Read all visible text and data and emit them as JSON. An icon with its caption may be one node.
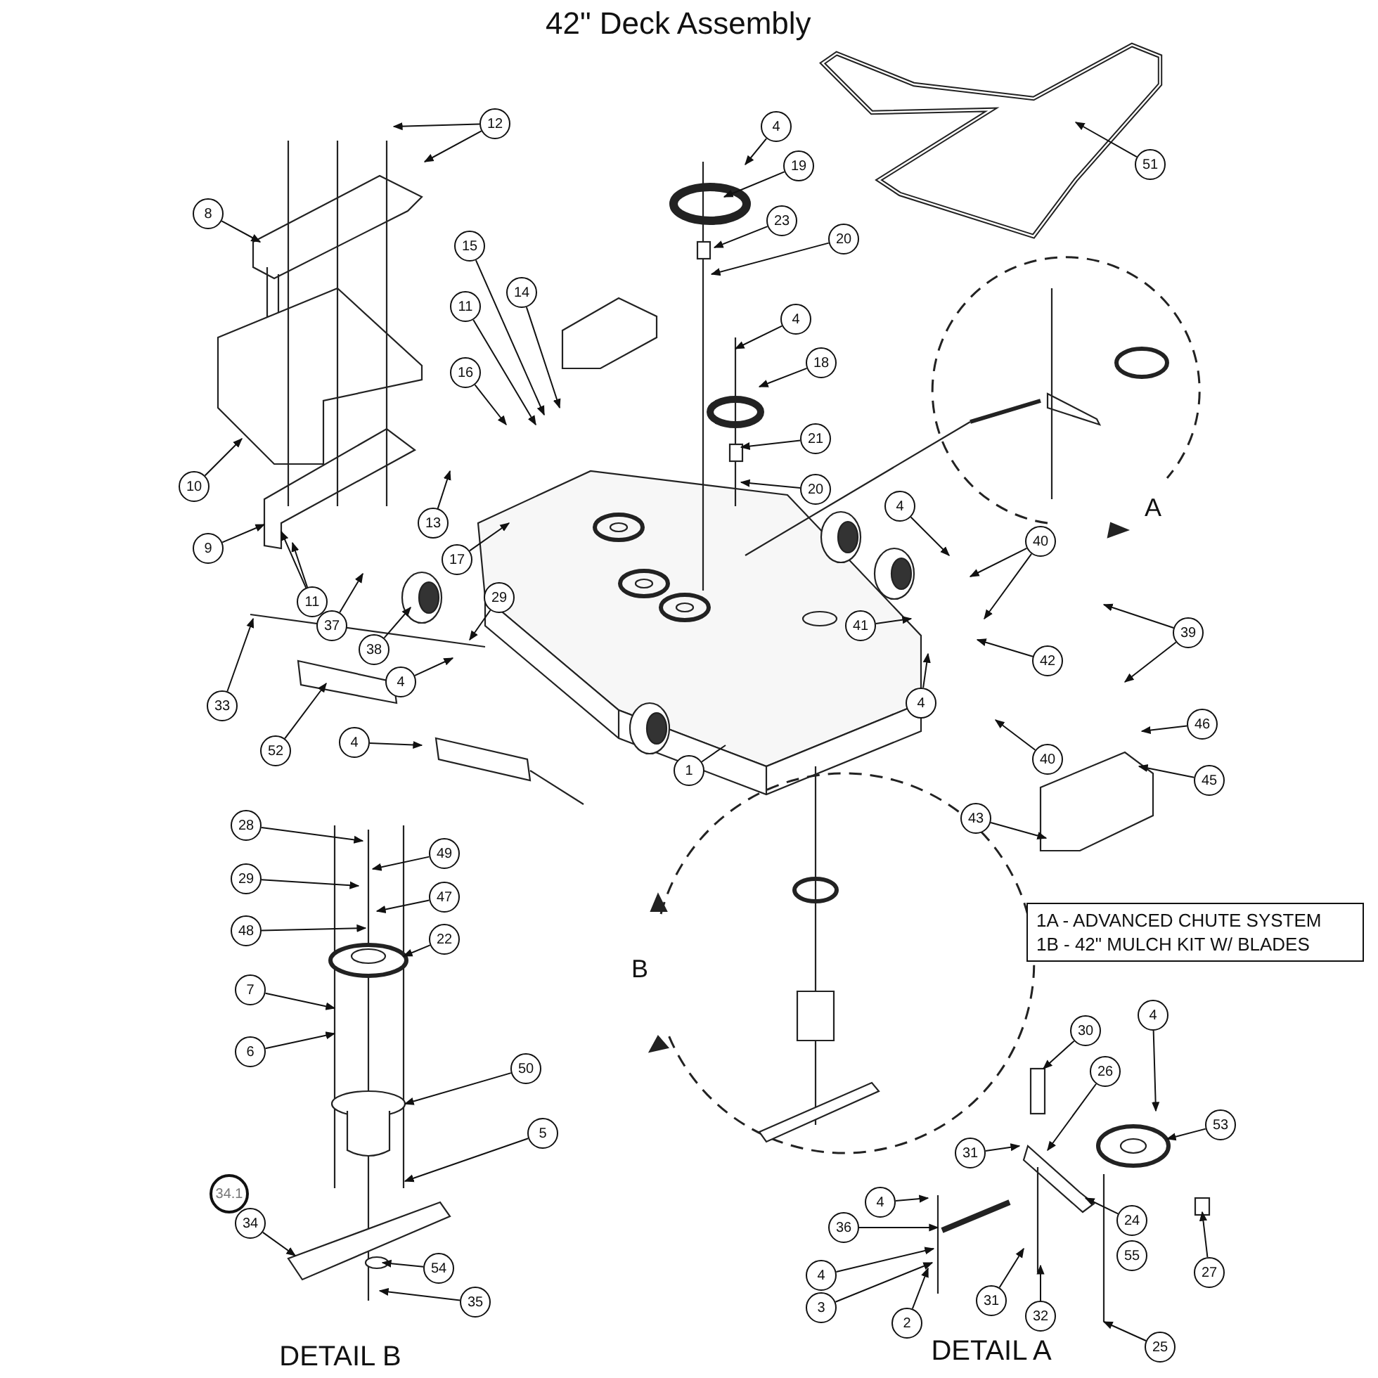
{
  "diagram": {
    "title": "42\" Deck Assembly",
    "nodes": [
      {
        "text": [
          "12"
        ]
      },
      {
        "text": [
          "8"
        ]
      },
      {
        "text": [
          "4"
        ]
      },
      {
        "text": [
          "19"
        ]
      },
      {
        "text": [
          "51"
        ]
      },
      {
        "text": [
          "23"
        ]
      },
      {
        "text": [
          "20"
        ]
      },
      {
        "text": [
          "15"
        ]
      },
      {
        "text": [
          "14"
        ]
      },
      {
        "text": [
          "11"
        ]
      },
      {
        "text": [
          "4"
        ]
      },
      {
        "text": [
          "18"
        ]
      },
      {
        "text": [
          "16"
        ]
      },
      {
        "text": [
          "21"
        ]
      },
      {
        "text": [
          "20"
        ]
      },
      {
        "text": [
          "10"
        ]
      },
      {
        "text": [
          "13"
        ]
      },
      {
        "text": [
          "4"
        ]
      },
      {
        "text": [
          "9"
        ]
      },
      {
        "text": [
          "17"
        ]
      },
      {
        "text": [
          "40"
        ]
      },
      {
        "text": [
          "29"
        ]
      },
      {
        "text": [
          "41"
        ]
      },
      {
        "text": [
          "11"
        ]
      },
      {
        "text": [
          "37"
        ]
      },
      {
        "text": [
          "39"
        ]
      },
      {
        "text": [
          "38"
        ]
      },
      {
        "text": [
          "42"
        ]
      },
      {
        "text": [
          "4"
        ]
      },
      {
        "text": [
          "4"
        ]
      },
      {
        "text": [
          "40"
        ]
      },
      {
        "text": [
          "46"
        ]
      },
      {
        "text": [
          "33"
        ]
      },
      {
        "text": [
          "4"
        ]
      },
      {
        "text": [
          "43"
        ]
      },
      {
        "text": [
          "45"
        ]
      },
      {
        "text": [
          "52"
        ]
      },
      {
        "text": [
          "1"
        ]
      },
      {
        "text": [
          "1A - ADVANCED CHUTE SYSTEM",
          "1B - 42\" MULCH KIT W/ BLADES"
        ]
      },
      {
        "text": [
          "28"
        ]
      },
      {
        "text": [
          "49"
        ]
      },
      {
        "text": [
          "29"
        ]
      },
      {
        "text": [
          "47"
        ]
      },
      {
        "text": [
          "48"
        ]
      },
      {
        "text": [
          "22"
        ]
      },
      {
        "text": [
          "7"
        ]
      },
      {
        "text": [
          "4"
        ]
      },
      {
        "text": [
          "30"
        ]
      },
      {
        "text": [
          "6"
        ]
      },
      {
        "text": [
          "26"
        ]
      },
      {
        "text": [
          "50"
        ]
      },
      {
        "text": [
          "53"
        ]
      },
      {
        "text": [
          "5"
        ]
      },
      {
        "text": [
          "31"
        ]
      },
      {
        "text": [
          "34.1"
        ]
      },
      {
        "text": [
          "4"
        ]
      },
      {
        "text": [
          "34"
        ]
      },
      {
        "text": [
          "36"
        ]
      },
      {
        "text": [
          "24"
        ]
      },
      {
        "text": [
          "54"
        ]
      },
      {
        "text": [
          "4"
        ]
      },
      {
        "text": [
          "55"
        ]
      },
      {
        "text": [
          "27"
        ]
      },
      {
        "text": [
          "35"
        ]
      },
      {
        "text": [
          "3"
        ]
      },
      {
        "text": [
          "31"
        ]
      },
      {
        "text": [
          "32"
        ]
      },
      {
        "text": [
          "2"
        ]
      },
      {
        "text": [
          "25"
        ]
      }
    ],
    "edges": [
      {
        "from": 0,
        "to": null,
        "arrow": "to"
      },
      {
        "from": 0,
        "to": null,
        "arrow": "to"
      },
      {
        "from": 1,
        "to": null,
        "arrow": "to"
      },
      {
        "from": 2,
        "to": null,
        "arrow": "to"
      },
      {
        "from": 3,
        "to": null,
        "arrow": "to"
      },
      {
        "from": 4,
        "to": null,
        "arrow": "to"
      },
      {
        "from": 5,
        "to": null,
        "arrow": "to"
      },
      {
        "from": 6,
        "to": null,
        "arrow": "to"
      },
      {
        "from": 7,
        "to": null,
        "arrow": "to"
      },
      {
        "from": 8,
        "to": null,
        "arrow": "to"
      },
      {
        "from": 9,
        "to": null,
        "arrow": "to"
      },
      {
        "from": 10,
        "to": null,
        "arrow": "to"
      },
      {
        "from": 11,
        "to": null,
        "arrow": "to"
      },
      {
        "from": 12,
        "to": null,
        "arrow": "to"
      },
      {
        "from": 13,
        "to": null,
        "arrow": "to"
      },
      {
        "from": 14,
        "to": null,
        "arrow": "to"
      },
      {
        "from": 15,
        "to": null,
        "arrow": "to"
      },
      {
        "from": 16,
        "to": null,
        "arrow": "to"
      },
      {
        "from": 17,
        "to": null,
        "arrow": "to"
      },
      {
        "from": 18,
        "to": null,
        "arrow": "to"
      },
      {
        "from": 19,
        "to": null,
        "arrow": "to"
      },
      {
        "from": 20,
        "to": null,
        "arrow": "to"
      },
      {
        "from": 20,
        "to": null,
        "arrow": "to"
      },
      {
        "from": 21,
        "to": null,
        "arrow": "to"
      },
      {
        "from": 22,
        "to": null,
        "arrow": "to"
      },
      {
        "from": 23,
        "to": null,
        "arrow": "to"
      },
      {
        "from": 23,
        "to": null,
        "arrow": "to"
      },
      {
        "from": 24,
        "to": null,
        "arrow": "to"
      },
      {
        "from": 25,
        "to": null,
        "arrow": "to"
      },
      {
        "from": 25,
        "to": null,
        "arrow": "to"
      },
      {
        "from": 26,
        "to": null,
        "arrow": "to"
      },
      {
        "from": 27,
        "to": null,
        "arrow": "to"
      },
      {
        "from": 28,
        "to": null,
        "arrow": "to"
      },
      {
        "from": 29,
        "to": null,
        "arrow": "to"
      },
      {
        "from": 30,
        "to": null,
        "arrow": "to"
      },
      {
        "from": 31,
        "to": null,
        "arrow": "to"
      },
      {
        "from": 32,
        "to": null,
        "arrow": "to"
      },
      {
        "from": 33,
        "to": null,
        "arrow": "to"
      },
      {
        "from": 34,
        "to": null,
        "arrow": "to"
      },
      {
        "from": 35,
        "to": null,
        "arrow": "to"
      },
      {
        "from": 36,
        "to": null,
        "arrow": "to"
      },
      {
        "from": 37,
        "to": null,
        "arrow": "none"
      },
      {
        "from": 39,
        "to": null,
        "arrow": "to"
      },
      {
        "from": 40,
        "to": null,
        "arrow": "to"
      },
      {
        "from": 41,
        "to": null,
        "arrow": "to"
      },
      {
        "from": 42,
        "to": null,
        "arrow": "to"
      },
      {
        "from": 43,
        "to": null,
        "arrow": "to"
      },
      {
        "from": 44,
        "to": null,
        "arrow": "to"
      },
      {
        "from": 45,
        "to": null,
        "arrow": "to"
      },
      {
        "from": 46,
        "to": null,
        "arrow": "to"
      },
      {
        "from": 47,
        "to": null,
        "arrow": "to"
      },
      {
        "from": 48,
        "to": null,
        "arrow": "to"
      },
      {
        "from": 49,
        "to": null,
        "arrow": "to"
      },
      {
        "from": 50,
        "to": null,
        "arrow": "to"
      },
      {
        "from": 51,
        "to": null,
        "arrow": "to"
      },
      {
        "from": 52,
        "to": null,
        "arrow": "to"
      },
      {
        "from": 53,
        "to": null,
        "arrow": "to"
      },
      {
        "from": 55,
        "to": null,
        "arrow": "to"
      },
      {
        "from": 56,
        "to": null,
        "arrow": "to"
      },
      {
        "from": 57,
        "to": null,
        "arrow": "to"
      },
      {
        "from": 58,
        "to": null,
        "arrow": "to"
      },
      {
        "from": 59,
        "to": null,
        "arrow": "to"
      },
      {
        "from": 60,
        "to": null,
        "arrow": "to"
      },
      {
        "from": 62,
        "to": null,
        "arrow": "to"
      },
      {
        "from": 63,
        "to": null,
        "arrow": "to"
      },
      {
        "from": 64,
        "to": null,
        "arrow": "to"
      },
      {
        "from": 65,
        "to": null,
        "arrow": "to"
      },
      {
        "from": 66,
        "to": null,
        "arrow": "to"
      },
      {
        "from": 67,
        "to": null,
        "arrow": "to"
      },
      {
        "from": 68,
        "to": null,
        "arrow": "to"
      }
    ],
    "labels": [
      "A",
      "B",
      "DETAIL B",
      "DETAIL A"
    ]
  }
}
